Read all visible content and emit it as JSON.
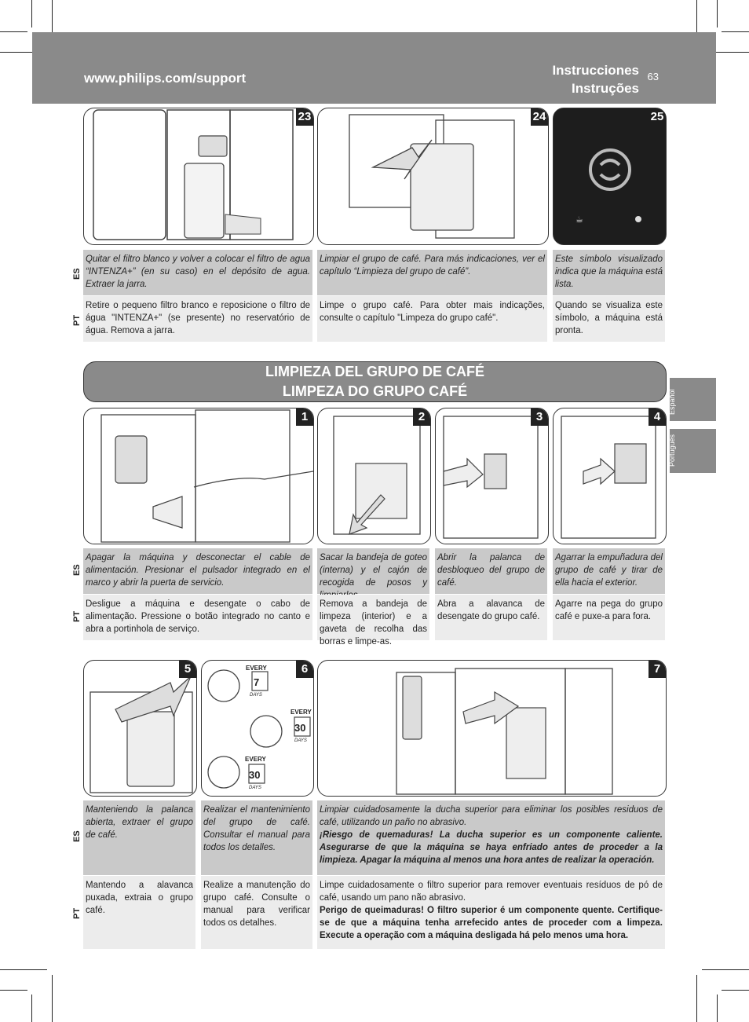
{
  "header": {
    "url": "www.philips.com/support",
    "title_es": "Instrucciones",
    "title_pt": "Instruções",
    "page_number": "63"
  },
  "side_tabs": [
    "Español",
    "Português"
  ],
  "lang_codes": {
    "es": "ES",
    "pt": "PT"
  },
  "section1": {
    "figures": [
      {
        "num": "23",
        "es": "Quitar el filtro blanco y volver a colocar el filtro de agua “INTENZA+” (en su caso) en el depósito de agua. Extraer la jarra.",
        "pt": "Retire o pequeno filtro branco e reposicione o filtro de água \"INTENZA+\" (se presente) no reservatório de água. Remova a jarra."
      },
      {
        "num": "24",
        "es": "Limpiar el grupo de café. Para más indicaciones, ver el capítulo “Limpieza del grupo de café”.",
        "pt": "Limpe o grupo café. Para obter mais indicações, consulte o capítulo \"Limpeza do grupo café\"."
      },
      {
        "num": "25",
        "es": "Este símbolo visualizado indica que la máquina está lista.",
        "pt": "Quando se visualiza este símbolo, a máquina está pronta."
      }
    ]
  },
  "section2": {
    "title_es": "LIMPIEZA DEL GRUPO DE CAFÉ",
    "title_pt": "LIMPEZA DO GRUPO CAFÉ",
    "figures": [
      {
        "num": "1",
        "es": "Apagar la máquina y desconectar el cable de alimentación. Presionar el pulsador integrado en el marco y abrir la puerta de servicio.",
        "pt": "Desligue a máquina e desengate o cabo de alimentação. Pressione o botão integrado no canto e abra a portinhola de serviço."
      },
      {
        "num": "2",
        "es": "Sacar la bandeja de goteo (interna) y el cajón de recogida de posos y limpiarlos.",
        "pt": "Remova a bandeja de limpeza (interior) e a gaveta de recolha das borras e limpe-as."
      },
      {
        "num": "3",
        "es": "Abrir la palanca de desbloqueo del grupo de café.",
        "pt": "Abra a alavanca de desengate do grupo café."
      },
      {
        "num": "4",
        "es": "Agarrar la empuñadura del grupo de café y tirar de ella hacia el exterior.",
        "pt": "Agarre na pega do grupo café e puxe-a para fora."
      }
    ]
  },
  "section3": {
    "figures": [
      {
        "num": "5",
        "es": "Manteniendo la palanca abierta, extraer el grupo de café.",
        "pt": "Mantendo a alavanca puxada, extraia o grupo café."
      },
      {
        "num": "6",
        "es": "Realizar el mantenimiento del grupo de café. Consultar el manual para todos los detalles.",
        "pt": "Realize a manutenção do grupo café. Consulte o manual para verificar todos os detalhes."
      },
      {
        "num": "7",
        "es": "Limpiar cuidadosamente la ducha superior para eliminar los posibles residuos de café, utilizando un paño no abrasivo.",
        "es_bold": "¡Riesgo de quemaduras! La ducha superior es un componente caliente. Asegurarse de que la máquina se haya enfriado antes de proceder a la limpieza. Apagar la máquina al menos una hora antes de realizar la operación.",
        "pt": "Limpe cuidadosamente o filtro superior para remover eventuais resíduos de pó de café, usando um pano não abrasivo.",
        "pt_bold": "Perigo de queimaduras! O filtro superior é um componente quente. Certifique-se de que a máquina tenha arrefecido antes de proceder com a limpeza. Execute a operação com a máquina desligada há pelo menos uma hora."
      }
    ],
    "calendar": [
      {
        "label": "EVERY",
        "number": "7",
        "unit": "DAYS"
      },
      {
        "label": "EVERY",
        "number": "30",
        "unit": "DAYS"
      },
      {
        "label": "EVERY",
        "number": "30",
        "unit": "DAYS"
      }
    ]
  }
}
